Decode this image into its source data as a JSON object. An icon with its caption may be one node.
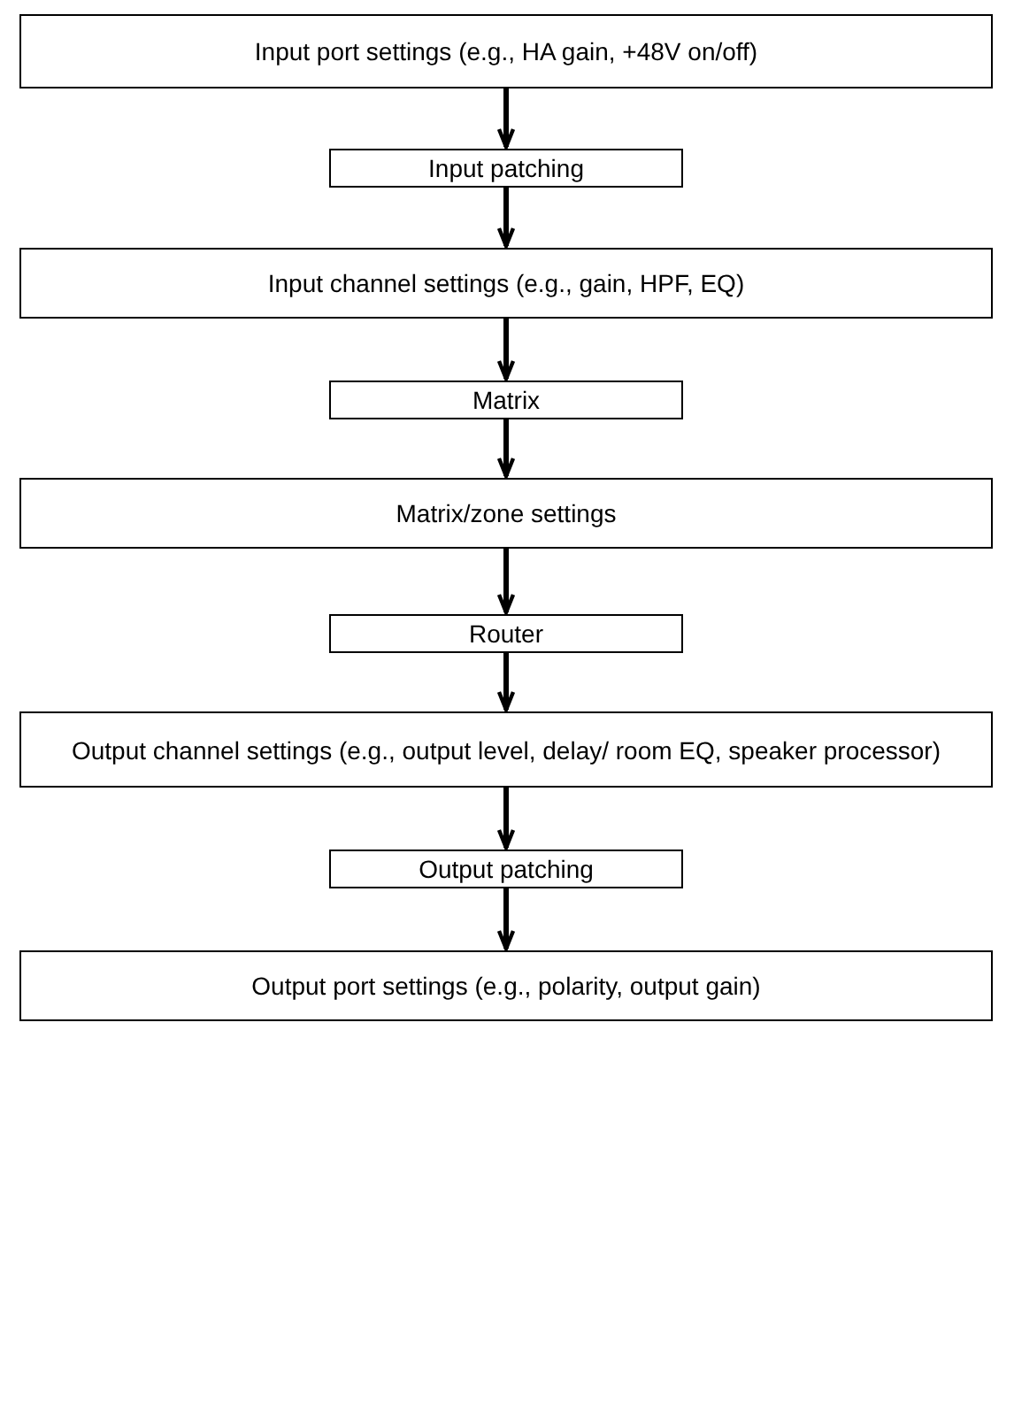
{
  "diagram": {
    "nodes": [
      {
        "text": [
          "Input port settings (e.g., HA gain, +48V on/off)"
        ]
      },
      {
        "text": [
          "Input patching"
        ]
      },
      {
        "text": [
          "Input channel settings (e.g., gain, HPF, EQ)"
        ]
      },
      {
        "text": [
          "Matrix"
        ]
      },
      {
        "text": [
          "Matrix/zone settings"
        ]
      },
      {
        "text": [
          "Router"
        ]
      },
      {
        "text": [
          "Output channel settings (e.g., output level, delay/ room EQ, speaker processor)"
        ]
      },
      {
        "text": [
          "Output patching"
        ]
      },
      {
        "text": [
          "Output port settings (e.g., polarity, output gain)"
        ]
      }
    ],
    "edges": [
      {
        "from": 0,
        "to": 1,
        "arrow": "to"
      },
      {
        "from": 1,
        "to": 2,
        "arrow": "to"
      },
      {
        "from": 2,
        "to": 3,
        "arrow": "to"
      },
      {
        "from": 3,
        "to": 4,
        "arrow": "to"
      },
      {
        "from": 4,
        "to": 5,
        "arrow": "to"
      },
      {
        "from": 5,
        "to": 6,
        "arrow": "to"
      },
      {
        "from": 6,
        "to": 7,
        "arrow": "to"
      },
      {
        "from": 7,
        "to": 8,
        "arrow": "to"
      }
    ]
  }
}
